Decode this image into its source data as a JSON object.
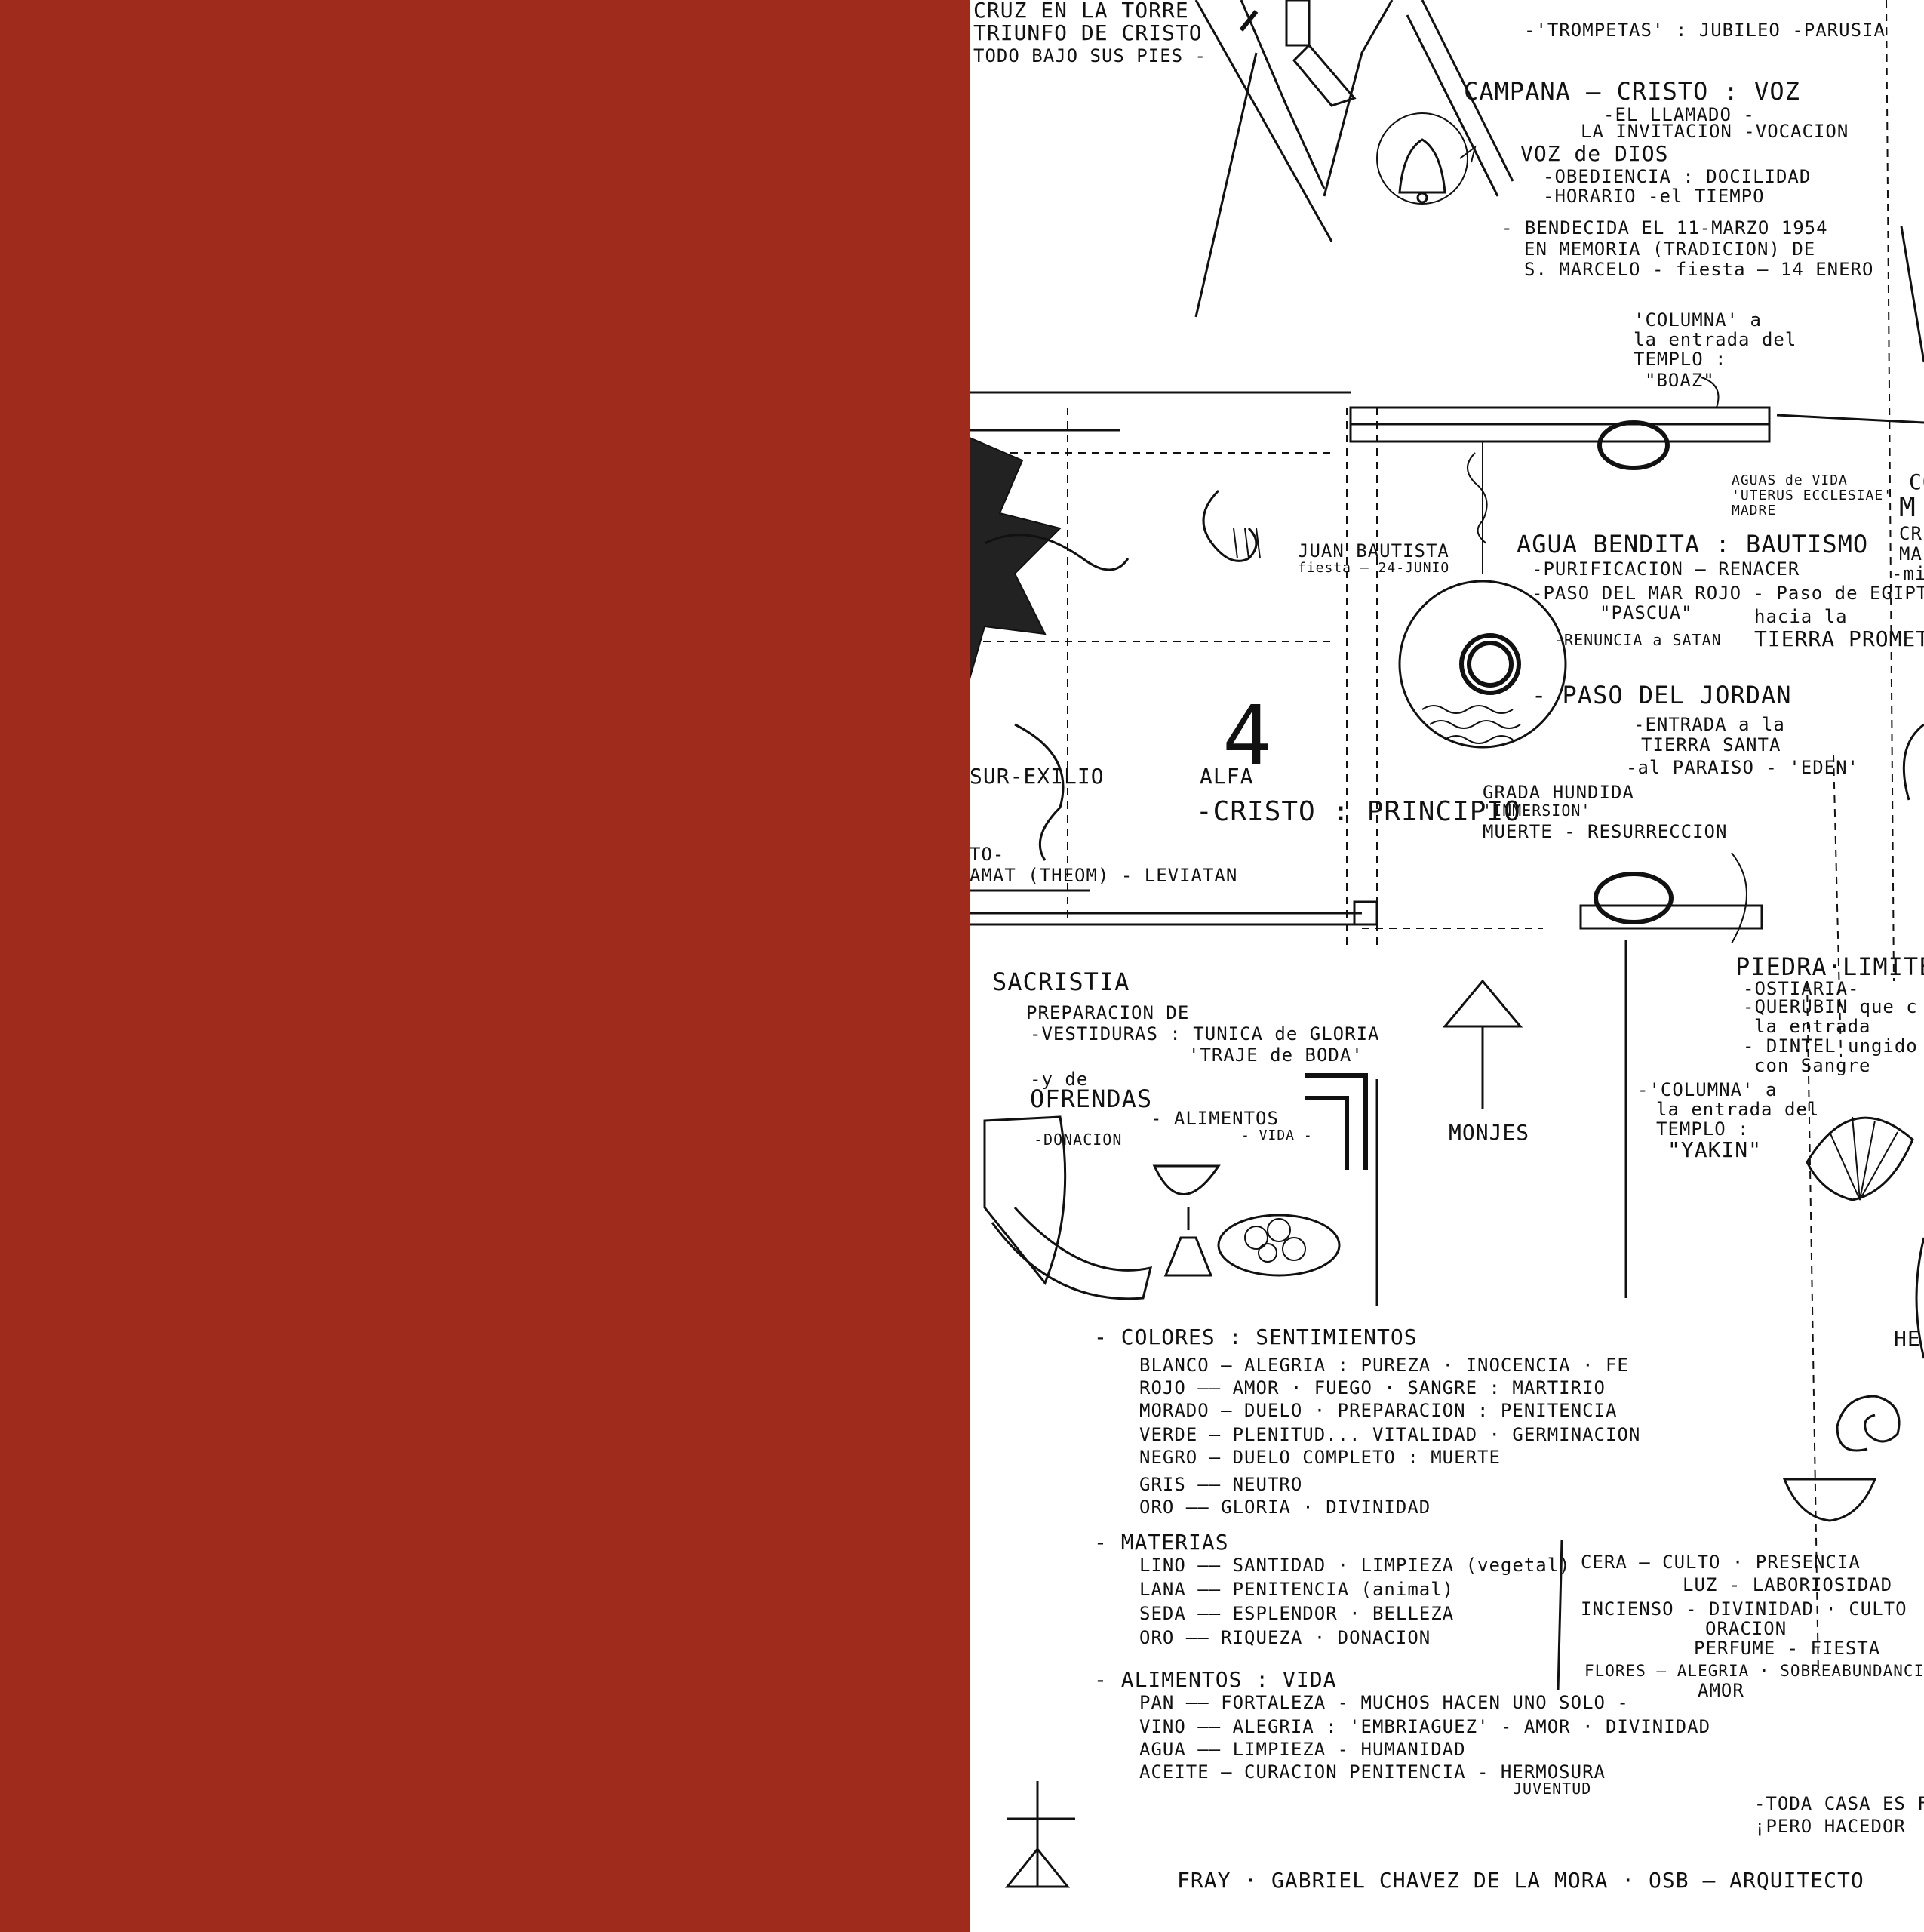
{
  "colors": {
    "panel": "#9E2B1C",
    "ink": "#111111",
    "paper": "#ffffff"
  },
  "tower": {
    "l1": "CRUZ EN LA TORRE",
    "l2": "TRIUNFO DE CRISTO",
    "l3": "TODO BAJO SUS PIES -"
  },
  "trompetas": "-'TROMPETAS' : JUBILEO -PARUSIA",
  "campana": {
    "title": "CAMPANA — CRISTO : VOZ",
    "l1": "-EL LLAMADO -",
    "l2": "LA INVITACION -VOCACION",
    "voz": "VOZ de DIOS",
    "voz1": "-OBEDIENCIA : DOCILIDAD",
    "voz2": "-HORARIO -el TIEMPO",
    "bend1": "- BENDECIDA EL 11-MARZO 1954",
    "bend2": "EN MEMORIA (TRADICION) DE",
    "bend3": "S. MARCELO - fiesta — 14 ENERO"
  },
  "boaz": {
    "l1": "'COLUMNA' a",
    "l2": "la entrada del",
    "l3": "TEMPLO :",
    "l4": "\"BOAZ\""
  },
  "aguas": {
    "l1": "AGUAS de VIDA",
    "l2": "'UTERUS ECCLESIAE'",
    "l3": "MADRE"
  },
  "juan": {
    "l1": "JUAN BAUTISTA",
    "l2": "fiesta — 24-JUNIO"
  },
  "agua_bendita": {
    "title": "AGUA BENDITA : BAUTISMO",
    "l1": "-PURIFICACION — RENACER",
    "l2": "-PASO DEL MAR ROJO - Paso de EGIPTO",
    "l3": "\"PASCUA\"",
    "l4": "hacia la",
    "l5": "TIERRA PROMETIDA",
    "l6": "-RENUNCIA a SATAN"
  },
  "jordan": {
    "title": "- PASO DEL JORDAN",
    "l1": "-ENTRADA a la",
    "l2": "TIERRA SANTA",
    "l3": "-al PARAISO - 'EDEN'"
  },
  "grada": {
    "l1": "GRADA HUNDIDA",
    "l2": "'INMERSION'",
    "l3": "MUERTE - RESURRECCION"
  },
  "alfa": {
    "num": "4",
    "l1": "ALFA",
    "l2": "-CRISTO : PRINCIPIO"
  },
  "left_fragments": {
    "exilio": "SUR-EXILIO",
    "frag1": "TO-",
    "frag2": "AMAT (THEOM) - LEVIATAN"
  },
  "piedra": {
    "title": "PIEDRA·LIMITE",
    "l1": "-OSTIARIA-",
    "l2": "-QUERUBIN que c",
    "l3": "la entrada",
    "l4": "- DINTEL ungido",
    "l5": "con Sangre"
  },
  "yakin": {
    "l1": "-'COLUMNA' a",
    "l2": "la entrada del",
    "l3": "TEMPLO :",
    "l4": "\"YAKIN\""
  },
  "monjes": "MONJES",
  "sacristia": {
    "title": "SACRISTIA",
    "l1": "PREPARACION DE",
    "l2": "-VESTIDURAS : TUNICA de GLORIA",
    "l3": "'TRAJE de BODA'",
    "l4": "-y de",
    "l5": "OFRENDAS",
    "l6": "- ALIMENTOS",
    "l7": "- VIDA -",
    "l8": "-DONACION"
  },
  "colores": {
    "title": "- COLORES : SENTIMIENTOS",
    "rows": [
      "BLANCO — ALEGRIA : PUREZA · INOCENCIA · FE",
      "ROJO —— AMOR · FUEGO · SANGRE : MARTIRIO",
      "MORADO — DUELO · PREPARACION : PENITENCIA",
      "VERDE — PLENITUD... VITALIDAD · GERMINACION",
      "NEGRO — DUELO COMPLETO : MUERTE",
      "GRIS —— NEUTRO",
      "ORO —— GLORIA · DIVINIDAD"
    ]
  },
  "materias": {
    "title": "- MATERIAS",
    "rows": [
      "LINO —— SANTIDAD · LIMPIEZA (vegetal)",
      "LANA —— PENITENCIA (animal)",
      "SEDA —— ESPLENDOR · BELLEZA",
      "ORO —— RIQUEZA · DONACION"
    ]
  },
  "cera": {
    "l1": "CERA — CULTO · PRESENCIA",
    "l2": "LUZ - LABORIOSIDAD",
    "l3": "INCIENSO - DIVINIDAD · CULTO",
    "l4": "ORACION",
    "l5": "PERFUME - FIESTA",
    "l6": "FLORES — ALEGRIA · SOBREABUNDANCIA",
    "l7": "AMOR"
  },
  "alimentos": {
    "title": "- ALIMENTOS : VIDA",
    "rows": [
      "PAN —— FORTALEZA - MUCHOS HACEN UNO SOLO -",
      "VINO —— ALEGRIA : 'EMBRIAGUEZ' - AMOR · DIVINIDAD",
      "AGUA —— LIMPIEZA - HUMANIDAD",
      "ACEITE — CURACION PENITENCIA - HERMOSURA"
    ],
    "extra": "JUVENTUD"
  },
  "right_fragments": {
    "co": "CO",
    "m": "M",
    "cr": "CR",
    "ma": "MA",
    "mi": "-mi",
    "he": "HE"
  },
  "footer": {
    "casa1": "-TODA CASA ES F",
    "casa2": "¡PERO HACEDOR",
    "signature": "FRAY · GABRIEL CHAVEZ DE LA MORA · OSB — ARQUITECTO"
  }
}
